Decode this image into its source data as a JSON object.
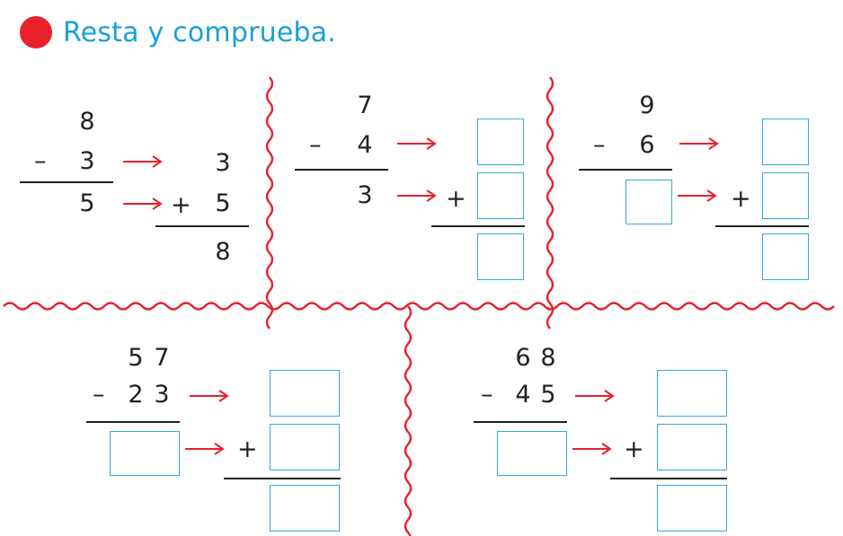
{
  "header": {
    "title": "Resta y comprueba."
  },
  "colors": {
    "bullet": "#e8212b",
    "title": "#1aa0d8",
    "wavy_divider": "#e8212b",
    "arrow": "#e8212b",
    "answer_box": "#35a9da"
  },
  "exercises": [
    {
      "minuend": "8",
      "subtrahend": "3",
      "difference": "5",
      "check_top": "3",
      "check_mid": "5",
      "check_sum": "8",
      "minus": "–",
      "plus": "+"
    },
    {
      "minuend": "7",
      "subtrahend": "4",
      "difference": "3",
      "minus": "–",
      "plus": "+"
    },
    {
      "minuend": "9",
      "subtrahend": "6",
      "minus": "–",
      "plus": "+"
    },
    {
      "minuend_tens": "5",
      "minuend_units": "7",
      "subtrahend_tens": "2",
      "subtrahend_units": "3",
      "minus": "–",
      "plus": "+"
    },
    {
      "minuend_tens": "6",
      "minuend_units": "8",
      "subtrahend_tens": "4",
      "subtrahend_units": "5",
      "minus": "–",
      "plus": "+"
    }
  ]
}
